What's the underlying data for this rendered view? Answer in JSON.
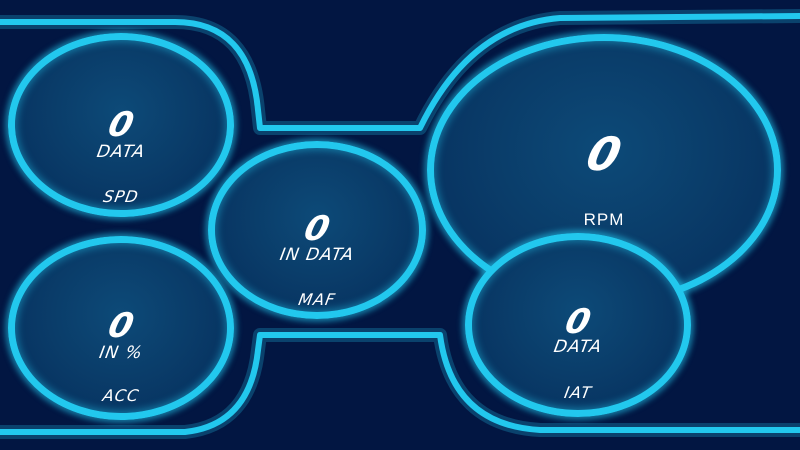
{
  "colors": {
    "background": "#021642",
    "glow": "#22c8ee",
    "gauge_fill": "#0a3d6a",
    "text": "#ffffff"
  },
  "gauges": {
    "spd": {
      "value": "0",
      "unit": "DATA",
      "label": "SPD"
    },
    "acc": {
      "value": "0",
      "unit": "IN  %",
      "label": "ACC"
    },
    "maf": {
      "value": "0",
      "unit": "IN DATA",
      "label": "MAF"
    },
    "rpm": {
      "value": "0",
      "label": "RPM"
    },
    "iat": {
      "value": "0",
      "unit": "DATA",
      "label": "IAT"
    }
  }
}
